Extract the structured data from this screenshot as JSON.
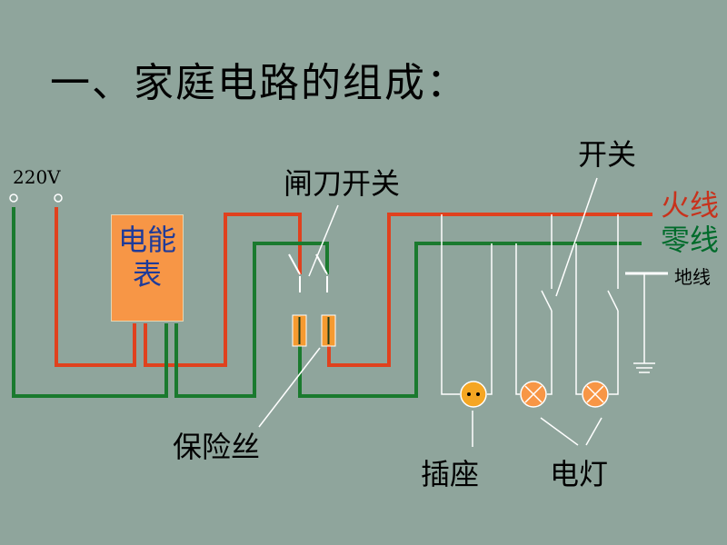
{
  "title": "一、家庭电路的组成：",
  "supply": {
    "voltage": "220V"
  },
  "meter": {
    "label": "电能表"
  },
  "labels": {
    "knife_switch": "闸刀开关",
    "switch": "开关",
    "live_wire": "火线",
    "neutral_wire": "零线",
    "ground_wire": "地线",
    "fuse": "保险丝",
    "socket": "插座",
    "lamp": "电灯"
  },
  "colors": {
    "background": "#8fa59c",
    "live_wire": "#e0411e",
    "neutral_wire": "#1a7a2e",
    "meter_fill": "#f79646",
    "meter_text": "#1f3b99",
    "fuse_fill": "#f59a30",
    "socket_fill": "#f5a623",
    "lamp_fill": "#f79646",
    "branch_wire": "#ffffff"
  }
}
